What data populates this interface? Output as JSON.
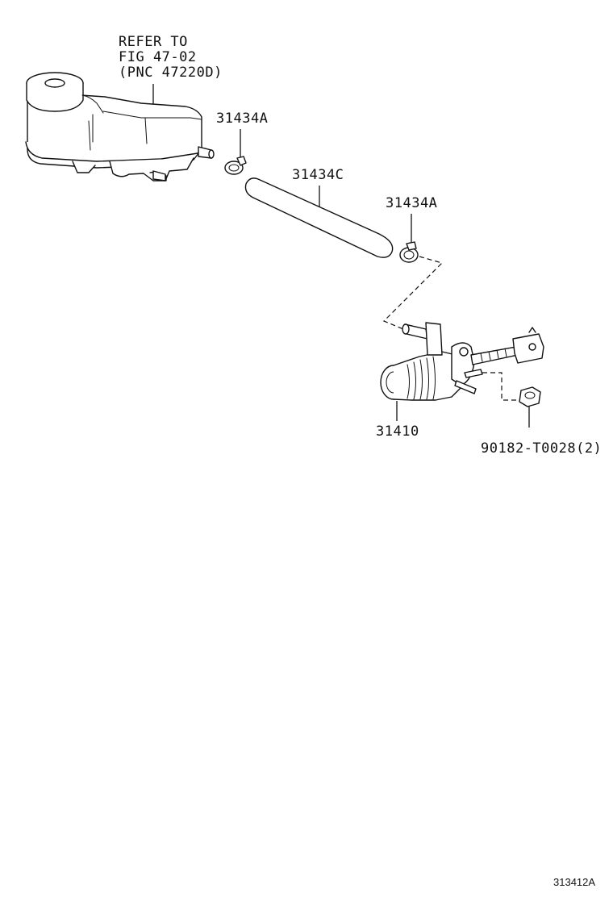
{
  "diagram": {
    "reference_note": {
      "line1": "REFER TO",
      "line2": "FIG 47-02",
      "line3": "(PNC 47220D)"
    },
    "callouts": {
      "clamp_upper": "31434A",
      "hose": "31434C",
      "clamp_lower": "31434A",
      "master_cylinder": "31410",
      "nut": "90182-T0028(2)"
    },
    "figure_id": "313412A"
  }
}
